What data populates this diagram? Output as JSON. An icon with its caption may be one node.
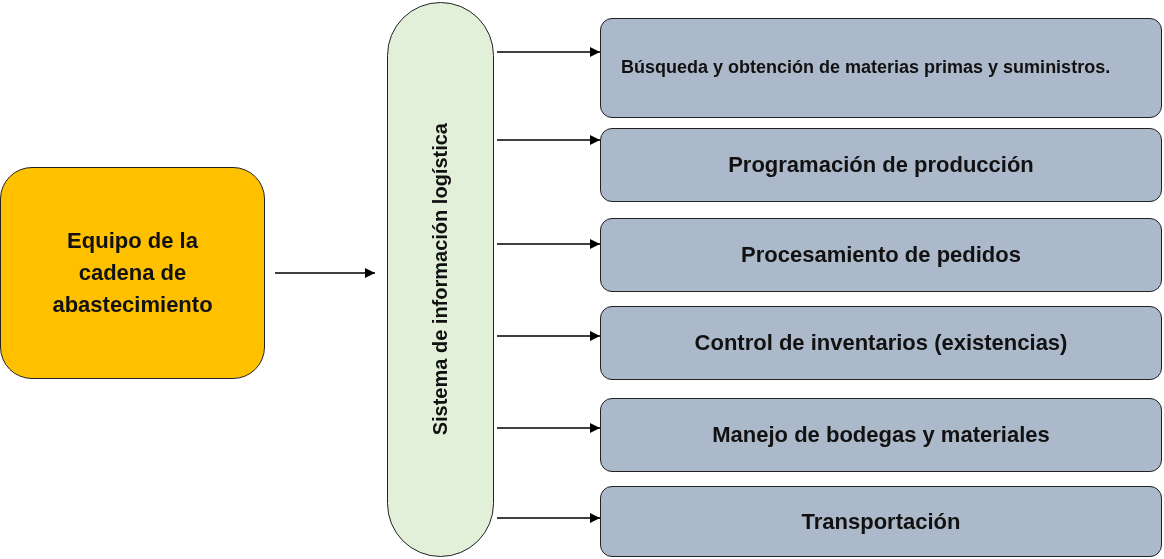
{
  "diagram": {
    "nodes": [
      {
        "text": [
          "Equipo de la cadena de abastecimiento"
        ]
      },
      {
        "text": [
          "Sistema de información logística"
        ]
      },
      {
        "text": [
          "Búsqueda y obtención de materias primas y suministros."
        ]
      },
      {
        "text": [
          "Programación de producción"
        ]
      },
      {
        "text": [
          "Procesamiento de pedidos"
        ]
      },
      {
        "text": [
          "Control de inventarios (existencias)"
        ]
      },
      {
        "text": [
          "Manejo de bodegas y materiales"
        ]
      },
      {
        "text": [
          "Transportación"
        ]
      }
    ],
    "edges": [
      {
        "from": 0,
        "to": 1,
        "arrow": "to"
      },
      {
        "from": 1,
        "to": 2,
        "arrow": "to"
      },
      {
        "from": 1,
        "to": 3,
        "arrow": "to"
      },
      {
        "from": 1,
        "to": 4,
        "arrow": "to"
      },
      {
        "from": 1,
        "to": 5,
        "arrow": "to"
      },
      {
        "from": 1,
        "to": 6,
        "arrow": "to"
      },
      {
        "from": 1,
        "to": 7,
        "arrow": "to"
      }
    ]
  }
}
